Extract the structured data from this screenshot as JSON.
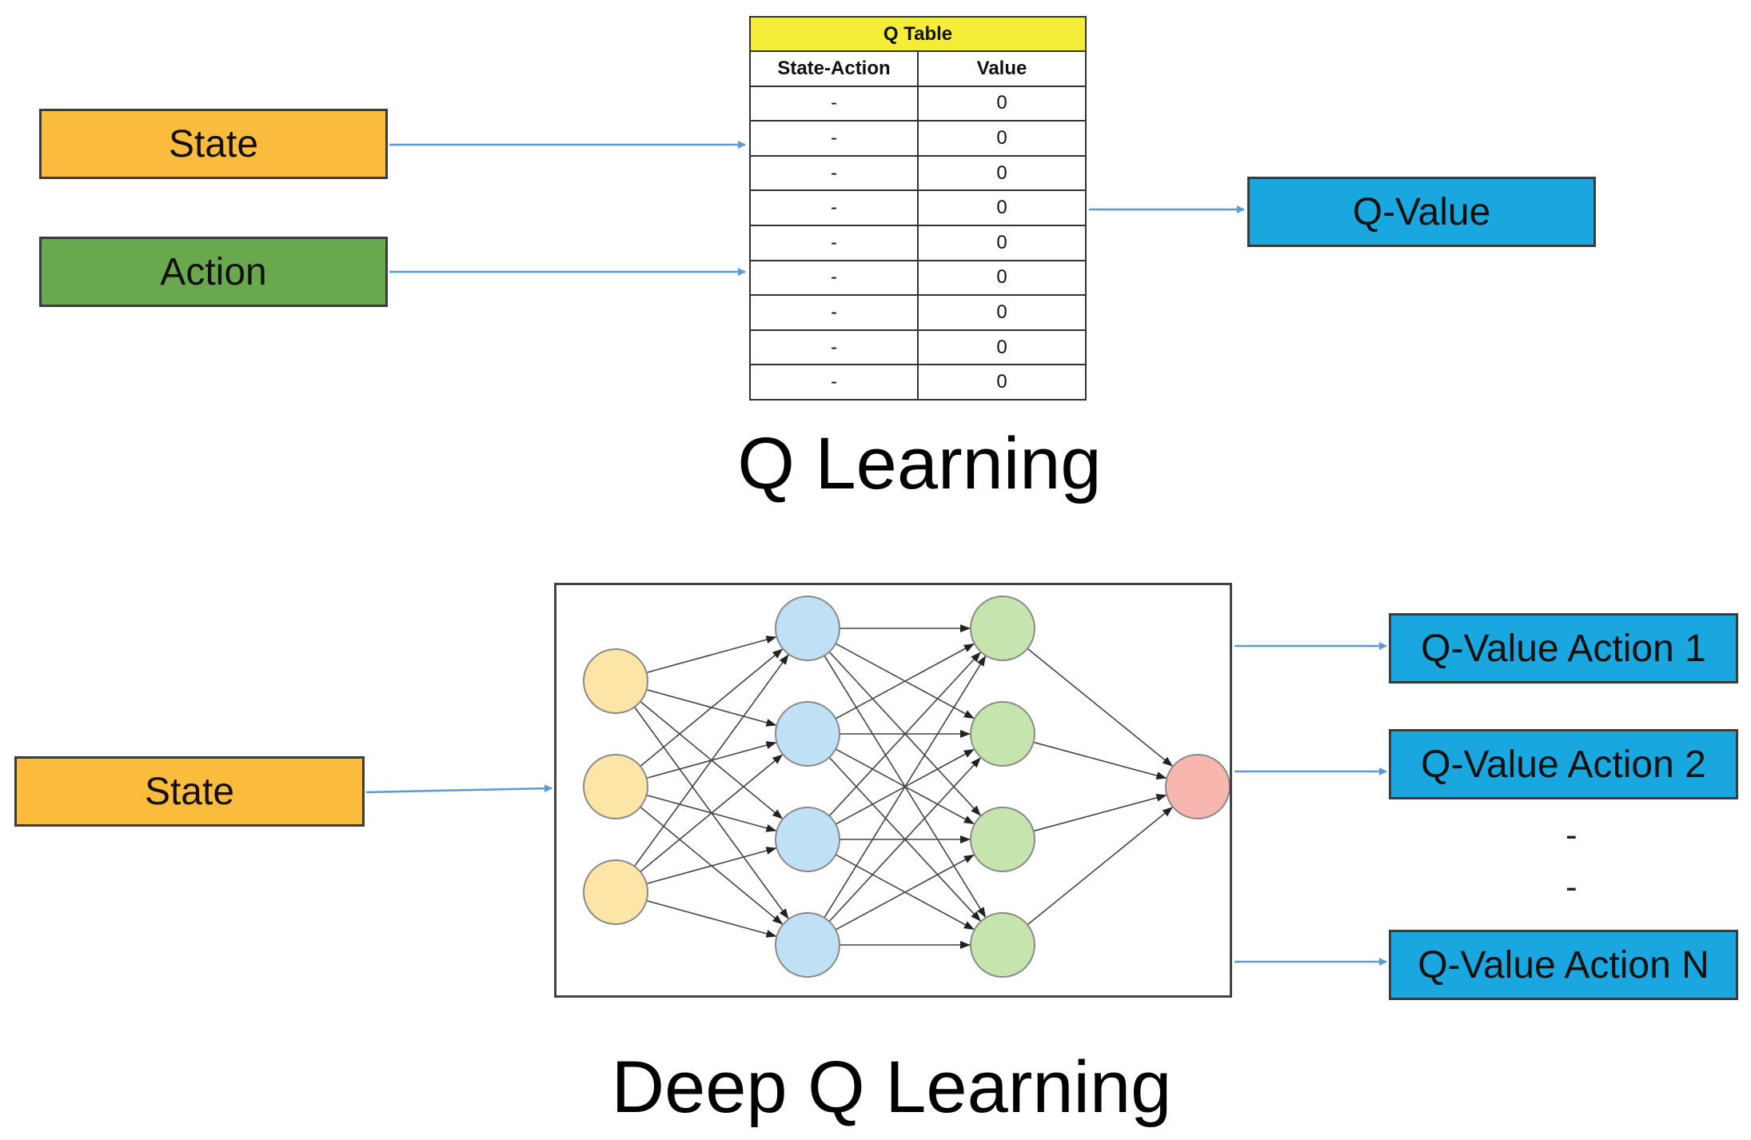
{
  "colors": {
    "state": "#fbbb3c",
    "action": "#6aa84f",
    "q_value": "#1aa7e0",
    "q_table_header": "#f4ee3a",
    "arrow": "#5b9bd5",
    "input_node": "#fde5a8",
    "hidden1_node": "#bfe0f5",
    "hidden2_node": "#c6e4ad",
    "output_node": "#f7b6ae"
  },
  "q_learning": {
    "state_label": "State",
    "action_label": "Action",
    "q_value_label": "Q-Value",
    "caption": "Q Learning",
    "q_table": {
      "title": "Q Table",
      "headers": [
        "State-Action",
        "Value"
      ],
      "rows": [
        [
          "-",
          "0"
        ],
        [
          "-",
          "0"
        ],
        [
          "-",
          "0"
        ],
        [
          "-",
          "0"
        ],
        [
          "-",
          "0"
        ],
        [
          "-",
          "0"
        ],
        [
          "-",
          "0"
        ],
        [
          "-",
          "0"
        ],
        [
          "-",
          "0"
        ]
      ]
    }
  },
  "deep_q_learning": {
    "state_label": "State",
    "caption": "Deep Q Learning",
    "outputs": [
      "Q-Value Action 1",
      "Q-Value Action 2",
      "Q-Value Action N"
    ],
    "ellipsis": [
      "-",
      "-"
    ],
    "network": {
      "layers": [
        {
          "name": "input",
          "nodes": 3
        },
        {
          "name": "hidden-1",
          "nodes": 4
        },
        {
          "name": "hidden-2",
          "nodes": 4
        },
        {
          "name": "output",
          "nodes": 1
        }
      ]
    }
  }
}
